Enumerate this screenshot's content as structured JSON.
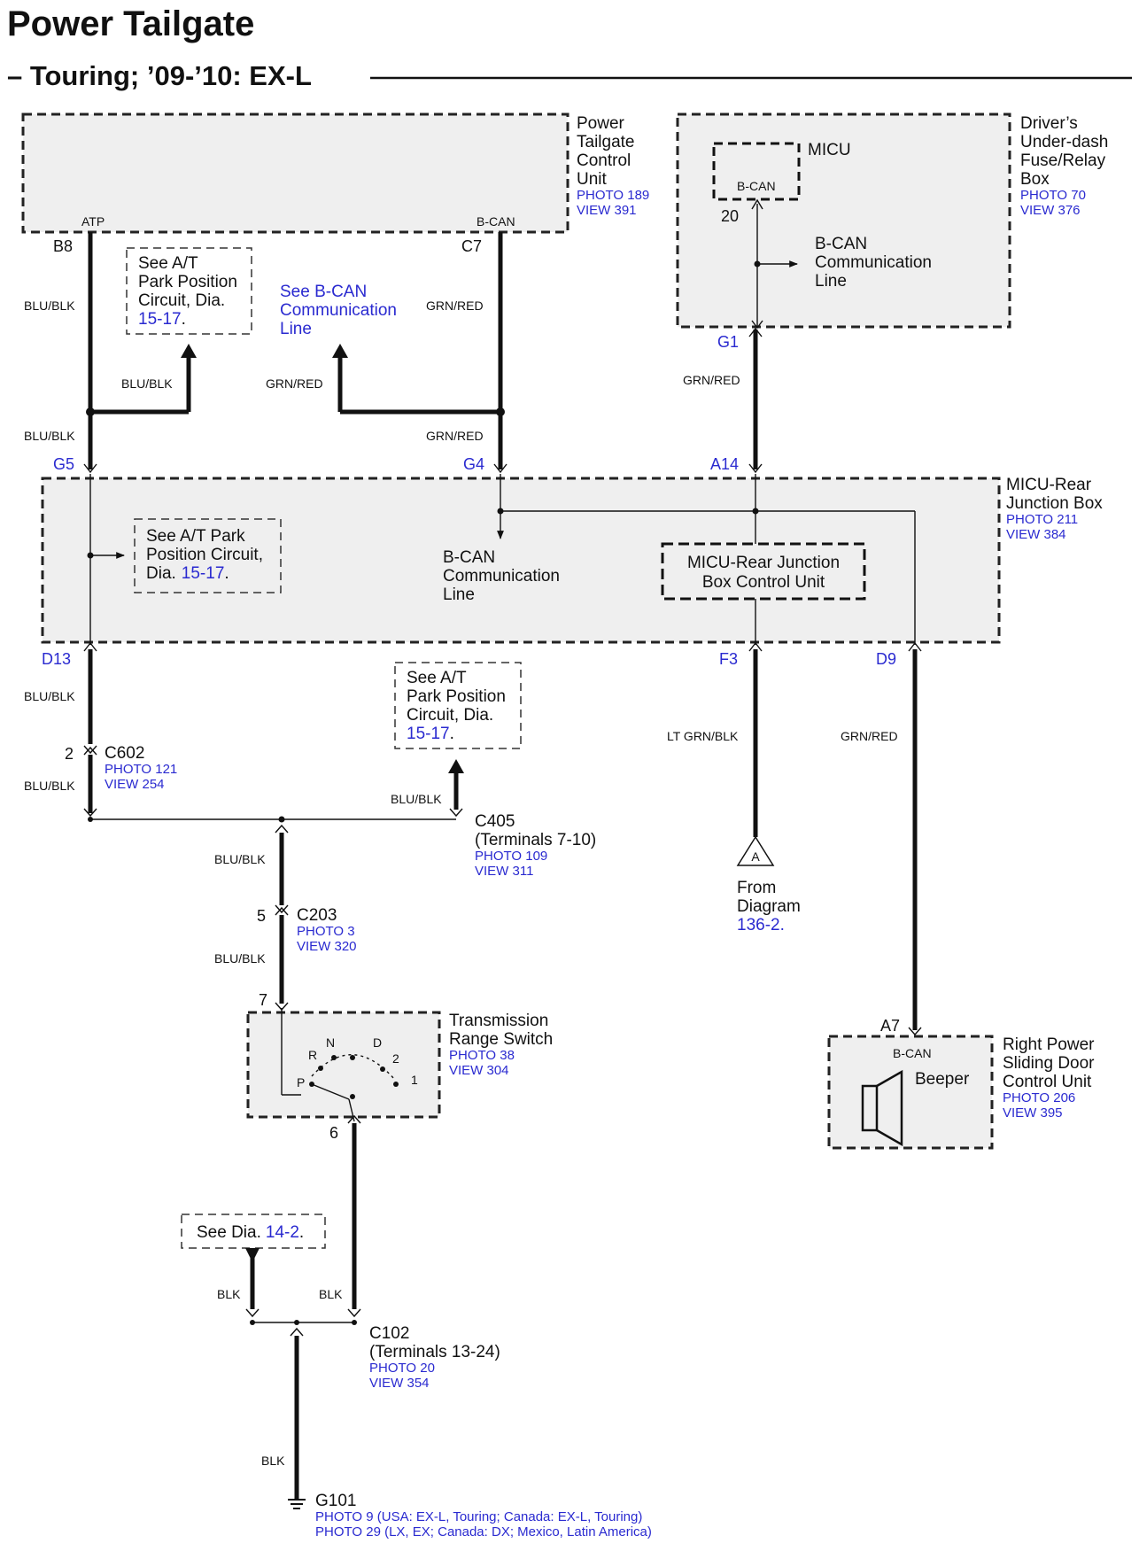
{
  "title": "Power Tailgate",
  "subtitle": "– Touring; ’09-’10: EX-L",
  "components": {
    "ptcu": {
      "lines": [
        "Power",
        "Tailgate",
        "Control",
        "Unit"
      ],
      "photo": "PHOTO 189",
      "view": "VIEW 391",
      "atp": "ATP",
      "bcan": "B-CAN"
    },
    "fuse_box": {
      "lines": [
        "Driver’s",
        "Under-dash",
        "Fuse/Relay",
        "Box"
      ],
      "photo": "PHOTO 70",
      "view": "VIEW 376",
      "micu": "MICU",
      "bcan": "B-CAN",
      "pin": "20",
      "comm": [
        "B-CAN",
        "Communication",
        "Line"
      ]
    },
    "micu_rear": {
      "lines": [
        "MICU-Rear",
        "Junction Box"
      ],
      "photo": "PHOTO 211",
      "view": "VIEW 384",
      "control_unit": [
        "MICU-Rear Junction",
        "Box Control Unit"
      ],
      "comm": [
        "B-CAN",
        "Communication",
        "Line"
      ]
    },
    "trs": {
      "lines": [
        "Transmission",
        "Range Switch"
      ],
      "photo": "PHOTO 38",
      "view": "VIEW 304",
      "positions": [
        "P",
        "R",
        "N",
        "D",
        "2",
        "1"
      ]
    },
    "sliding": {
      "lines": [
        "Right Power",
        "Sliding Door",
        "Control Unit"
      ],
      "photo": "PHOTO 206",
      "view": "VIEW 395",
      "bcan": "B-CAN",
      "beeper": "Beeper"
    }
  },
  "pins": {
    "b8": "B8",
    "c7": "C7",
    "g1": "G1",
    "g5": "G5",
    "g4": "G4",
    "a14": "A14",
    "d13": "D13",
    "f3": "F3",
    "d9": "D9",
    "a7": "A7",
    "trs7": "7",
    "trs6": "6"
  },
  "wires": {
    "b8": "BLU/BLK",
    "b8_branch": "BLU/BLK",
    "g5": "BLU/BLK",
    "c7": "GRN/RED",
    "c7_branch": "GRN/RED",
    "g4": "GRN/RED",
    "g1": "GRN/RED",
    "d13": "BLU/BLK",
    "c602_below": "BLU/BLK",
    "c405": "BLU/BLK",
    "c602_c203": "BLU/BLK",
    "c203_trs": "BLU/BLK",
    "f3": "LT GRN/BLK",
    "d9": "GRN/RED",
    "blk_left": "BLK",
    "blk_right": "BLK",
    "blk_ground": "BLK"
  },
  "refs": {
    "see1": {
      "lines": [
        "See A/T",
        "Park Position",
        "Circuit, Dia."
      ],
      "link": "15-17",
      "end": "."
    },
    "see_bcan": {
      "lines": [
        "See B-CAN",
        "Communication",
        "Line"
      ]
    },
    "see2": {
      "lines": [
        "See A/T Park",
        "Position Circuit,",
        "Dia."
      ],
      "link": "15-17",
      "end": "."
    },
    "see3": {
      "lines": [
        "See A/T",
        "Park Position",
        "Circuit, Dia."
      ],
      "link": "15-17",
      "end": "."
    },
    "see4": {
      "pre": "See Dia.",
      "link": "14-2",
      "end": "."
    }
  },
  "connectors": {
    "c602": {
      "name": "C602",
      "pin": "2",
      "photo": "PHOTO 121",
      "view": "VIEW 254"
    },
    "c405": {
      "name": "C405",
      "terms": "(Terminals 7-10)",
      "photo": "PHOTO 109",
      "view": "VIEW 311"
    },
    "c203": {
      "name": "C203",
      "pin": "5",
      "photo": "PHOTO 3",
      "view": "VIEW 320"
    },
    "c102": {
      "name": "C102",
      "terms": "(Terminals 13-24)",
      "photo": "PHOTO 20",
      "view": "VIEW 354"
    }
  },
  "from_diagram": {
    "symbol": "A",
    "lines": [
      "From",
      "Diagram"
    ],
    "link": "136-2",
    "end": "."
  },
  "ground": {
    "name": "G101",
    "photo1": "PHOTO 9 (USA: EX-L, Touring; Canada: EX-L, Touring)",
    "photo2": "PHOTO 29 (LX, EX; Canada: DX; Mexico, Latin America)"
  }
}
